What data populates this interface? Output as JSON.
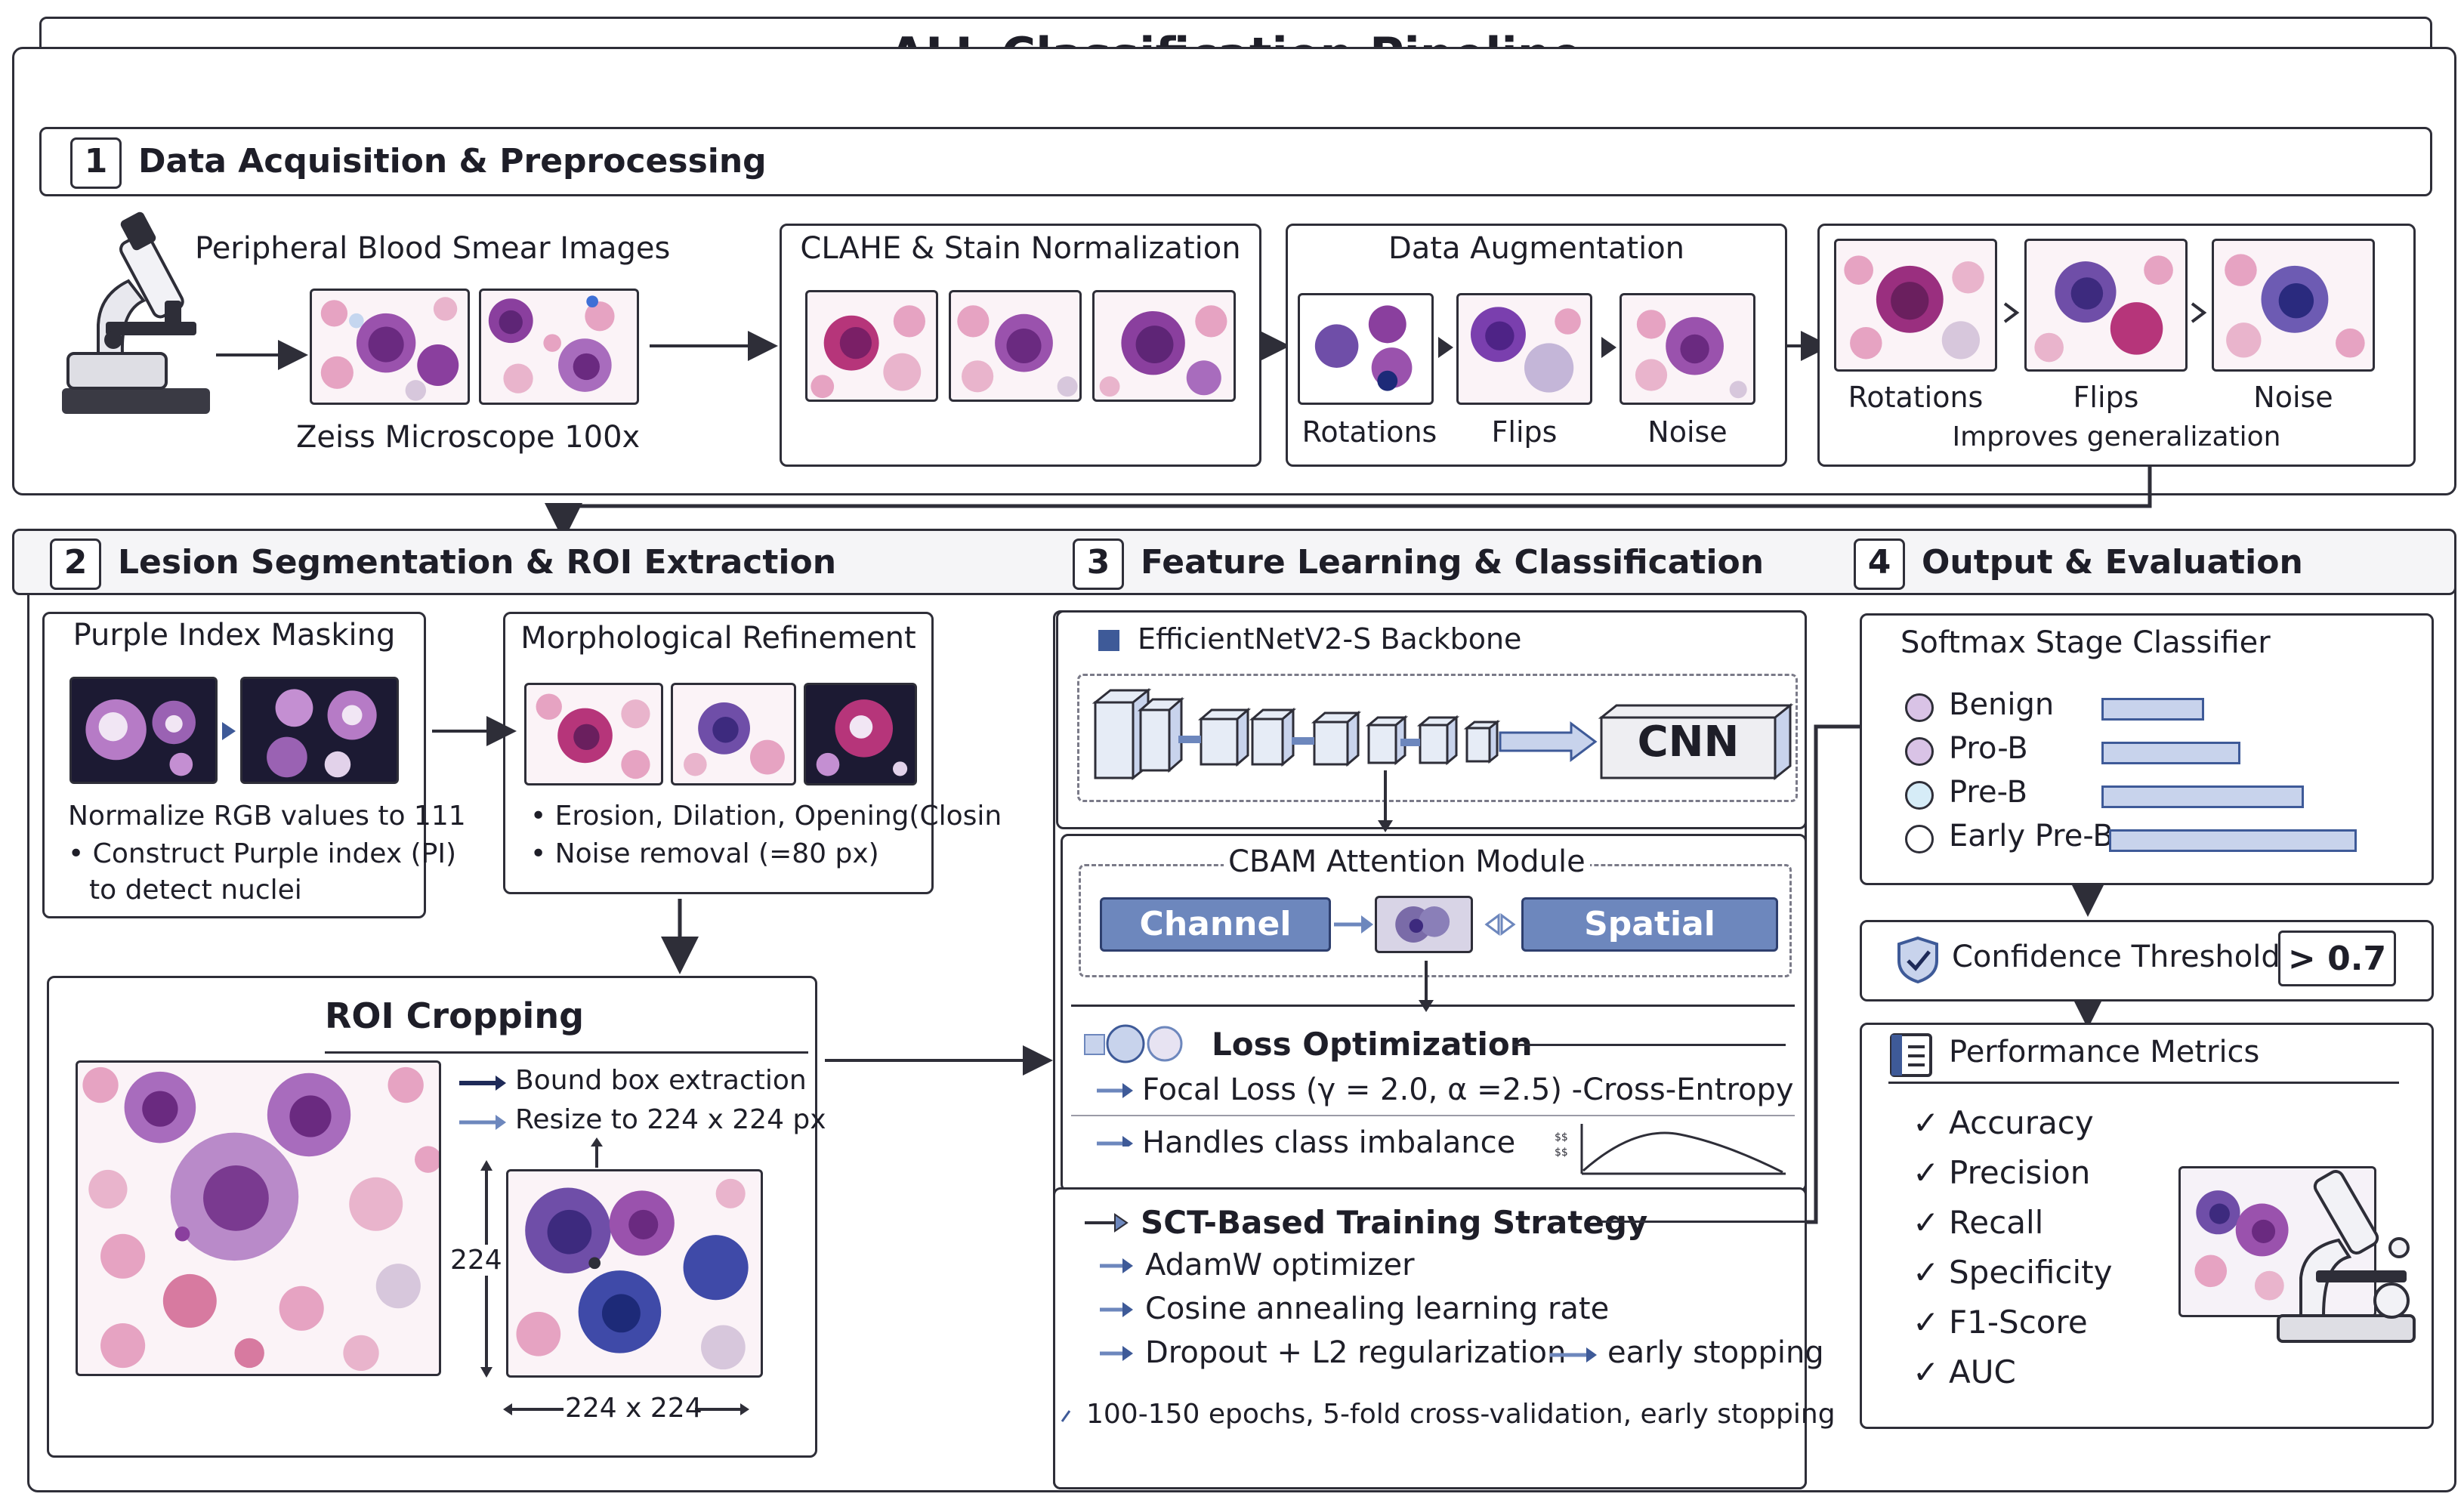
{
  "title": "ALL Classification Pipeline",
  "stage1": {
    "number": "1",
    "title": "Data Acquisition & Preprocessing",
    "smear_label": "Peripheral Blood Smear Images",
    "microscope_label": "Zeiss Microscope 100x",
    "clahe_title": "CLAHE & Stain Normalization",
    "augmentation_title": "Data Augmentation",
    "aug_labels": [
      "Rotations",
      "Flips",
      "Noise"
    ],
    "right_labels": [
      "Rotations",
      "Flips",
      "Noise"
    ],
    "right_caption": "Improves generalization"
  },
  "stage2": {
    "number": "2",
    "title": "Lesion Segmentation & ROI Extraction",
    "purple_title": "Purple Index Masking",
    "purple_lines": [
      "Normalize RGB values to 111",
      "• Construct Purple index (PI)",
      "to detect nuclei"
    ],
    "morph_title": "Morphological Refinement",
    "morph_lines": [
      "• Erosion, Dilation, Opening(Closin",
      "• Noise removal (=80 px)"
    ],
    "roi_title": "ROI Cropping",
    "roi_steps": [
      "Bound box extraction",
      "Resize to 224 x 224 px"
    ],
    "roi_height_label": "224",
    "roi_size_label": "224 x 224"
  },
  "stage3": {
    "number": "3",
    "title": "Feature Learning & Classification",
    "backbone_title": "EfficientNetV2-S Backbone",
    "cnn_label": "CNN",
    "cbam_title": "CBAM Attention Module",
    "channel_label": "Channel",
    "spatial_label": "Spatial",
    "loss_title": "Loss Optimization",
    "loss_lines": [
      "Focal Loss (γ = 2.0, α =2.5) -Cross-Entropy",
      "Handles class imbalance"
    ],
    "sct_title": "SCT-Based Training Strategy",
    "sct_lines": [
      "AdamW optimizer",
      "Cosine annealing learning rate",
      "Dropout + L2 regularization"
    ],
    "sct_extra": "early stopping",
    "footer": "100-150 epochs, 5-fold cross-validation, early stopping"
  },
  "stage4": {
    "number": "4",
    "title": "Output & Evaluation",
    "softmax_title": "Softmax Stage Classifier",
    "classes": [
      {
        "label": "Benign",
        "score": 0.34,
        "dot": "#d9c3e6"
      },
      {
        "label": "Pro-B",
        "score": 0.46,
        "dot": "#d9c3e6"
      },
      {
        "label": "Pre-B",
        "score": 0.67,
        "dot": "#d6ecf7"
      },
      {
        "label": "Early Pre-B",
        "score": 0.82,
        "dot": "#ffffff"
      }
    ],
    "confidence_label": "Confidence Threshold",
    "confidence_value": "> 0.7",
    "metrics_title": "Performance Metrics",
    "metrics": [
      "Accuracy",
      "Precision",
      "Recall",
      "Specificity",
      "F1-Score",
      "AUC"
    ]
  },
  "colors": {
    "outline": "#2e2e38",
    "accent_blue": "#3e5a98",
    "bar_fill": "#c8d3ec",
    "cell_purple": "#8a3f9e",
    "cell_pink": "#e6a3c2"
  }
}
